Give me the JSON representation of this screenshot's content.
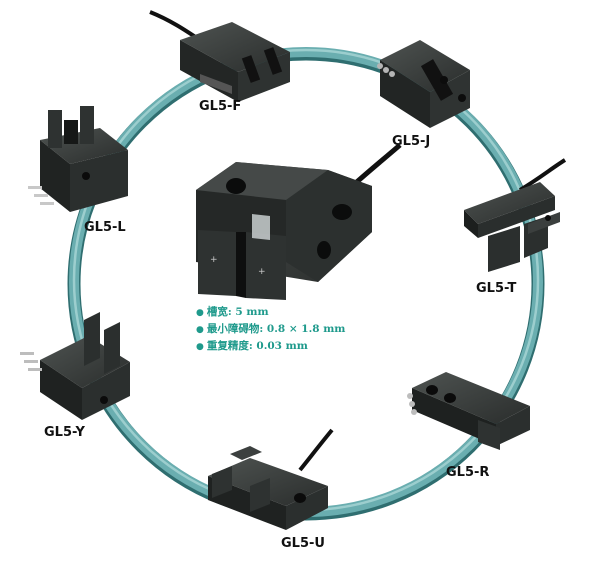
{
  "accent_color": "#1f9a8c",
  "ring_color": "#5fa4a6",
  "sensors": [
    {
      "id": "f",
      "label": "GL5-F"
    },
    {
      "id": "j",
      "label": "GL5-J"
    },
    {
      "id": "l",
      "label": "GL5-L"
    },
    {
      "id": "t",
      "label": "GL5-T"
    },
    {
      "id": "y",
      "label": "GL5-Y"
    },
    {
      "id": "r",
      "label": "GL5-R"
    },
    {
      "id": "u",
      "label": "GL5-U"
    }
  ],
  "specs": [
    "槽宽: 5 mm",
    "最小障碍物: 0.8 × 1.8 mm",
    "重复精度: 0.03 mm"
  ]
}
